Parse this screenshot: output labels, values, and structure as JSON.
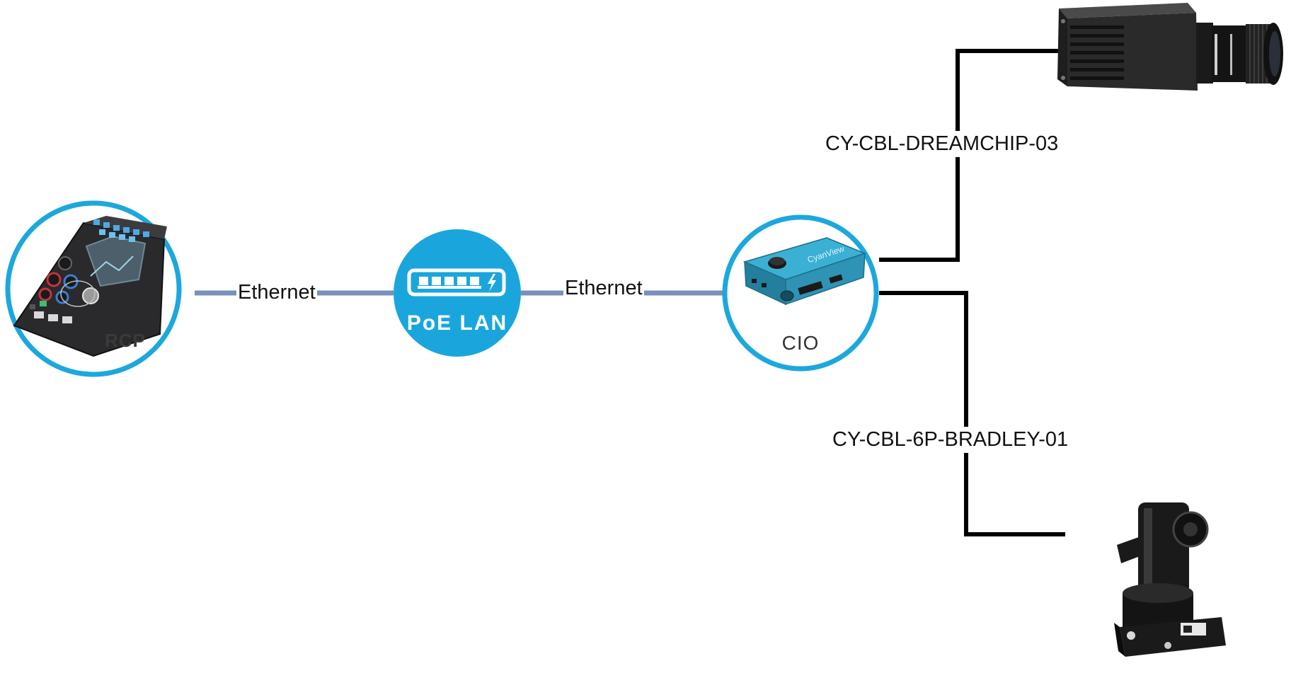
{
  "nodes": {
    "rcp": {
      "label": "RCP",
      "icon": "rcp-panel-icon"
    },
    "poe": {
      "label": "PoE LAN",
      "icon": "network-switch-icon"
    },
    "cio": {
      "label": "CIO",
      "icon": "cio-box-icon",
      "device_text": "CyanView"
    }
  },
  "devices": {
    "camera": {
      "icon": "box-camera-icon"
    },
    "pan_head": {
      "icon": "pan-tilt-head-icon"
    }
  },
  "links": {
    "rcp_poe": "Ethernet",
    "poe_cio": "Ethernet",
    "cio_camera": "CY-CBL-DREAMCHIP-03",
    "cio_pan_head": "CY-CBL-6P-BRADLEY-01"
  },
  "colors": {
    "ring": "#1ca8dc",
    "poe_fill": "#1aa6dd",
    "ethernet_line": "#7890bb",
    "cable_line": "#000000",
    "cio_body": "#2e93b5"
  }
}
